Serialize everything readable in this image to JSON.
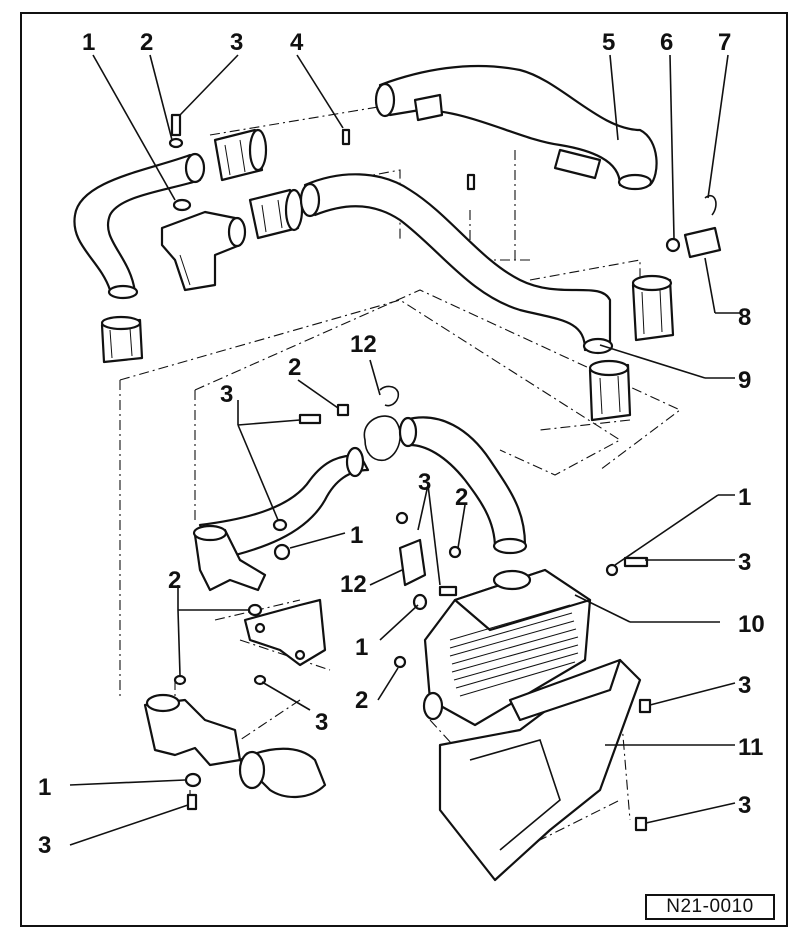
{
  "figure": {
    "reference_code": "N21-0010"
  },
  "callouts": [
    {
      "id": "c1a",
      "text": "1"
    },
    {
      "id": "c2a",
      "text": "2"
    },
    {
      "id": "c3a",
      "text": "3"
    },
    {
      "id": "c4",
      "text": "4"
    },
    {
      "id": "c5",
      "text": "5"
    },
    {
      "id": "c6",
      "text": "6"
    },
    {
      "id": "c7",
      "text": "7"
    },
    {
      "id": "c8",
      "text": "8"
    },
    {
      "id": "c9",
      "text": "9"
    },
    {
      "id": "c12a",
      "text": "12"
    },
    {
      "id": "c2b",
      "text": "2"
    },
    {
      "id": "c3b",
      "text": "3"
    },
    {
      "id": "c1b",
      "text": "1"
    },
    {
      "id": "c3c",
      "text": "3"
    },
    {
      "id": "c2c",
      "text": "2"
    },
    {
      "id": "c1c",
      "text": "1"
    },
    {
      "id": "c3d",
      "text": "3"
    },
    {
      "id": "c12b",
      "text": "12"
    },
    {
      "id": "c2d",
      "text": "2"
    },
    {
      "id": "c10",
      "text": "10"
    },
    {
      "id": "c1d",
      "text": "1"
    },
    {
      "id": "c3e",
      "text": "3"
    },
    {
      "id": "c2e",
      "text": "2"
    },
    {
      "id": "c3f",
      "text": "3"
    },
    {
      "id": "c11",
      "text": "11"
    },
    {
      "id": "c1e",
      "text": "1"
    },
    {
      "id": "c3g",
      "text": "3"
    },
    {
      "id": "c3h",
      "text": "3"
    }
  ]
}
